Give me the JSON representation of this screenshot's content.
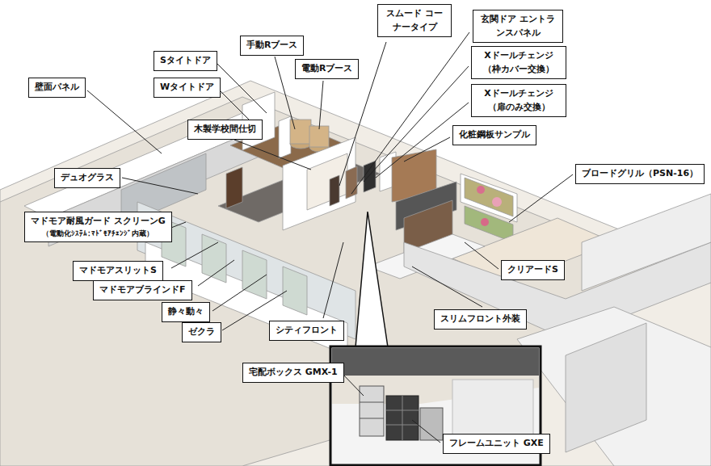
{
  "diagram": {
    "nodes": [
      {
        "text": [
          "スムード コーナータイプ"
        ]
      },
      {
        "text": [
          "玄関ドア エントランスパネル"
        ]
      },
      {
        "text": [
          "手動Rブース"
        ]
      },
      {
        "text": [
          "Sタイトドア"
        ]
      },
      {
        "text": [
          "電動Rブース"
        ]
      },
      {
        "text": [
          "Xドールチェンジ （枠カバー交換）"
        ]
      },
      {
        "text": [
          "Wタイトドア"
        ]
      },
      {
        "text": [
          "壁面パネル"
        ]
      },
      {
        "text": [
          "Xドールチェンジ （扉のみ交換）"
        ]
      },
      {
        "text": [
          "木製学校間仕切"
        ]
      },
      {
        "text": [
          "化粧鋼板サンプル"
        ]
      },
      {
        "text": [
          "ブロードグリル（PSN-16）"
        ]
      },
      {
        "text": [
          "デュオグラス"
        ]
      },
      {
        "text": [
          "マドモア耐風ガード スクリーンG",
          "（電動化ｼｽﾃﾑ：ﾏﾄﾞﾓｱﾁｪﾝｼﾞ内蔵）"
        ]
      },
      {
        "text": [
          "マドモアスリットS"
        ]
      },
      {
        "text": [
          "クリアードS"
        ]
      },
      {
        "text": [
          "マドモアブラインドF"
        ]
      },
      {
        "text": [
          "静々動々"
        ]
      },
      {
        "text": [
          "スリムフロント外装"
        ]
      },
      {
        "text": [
          "ゼクラ"
        ]
      },
      {
        "text": [
          "シティフロント"
        ]
      },
      {
        "text": [
          "宅配ボックス GMX-1"
        ]
      },
      {
        "text": [
          "フレームユニット GXE"
        ]
      }
    ]
  }
}
